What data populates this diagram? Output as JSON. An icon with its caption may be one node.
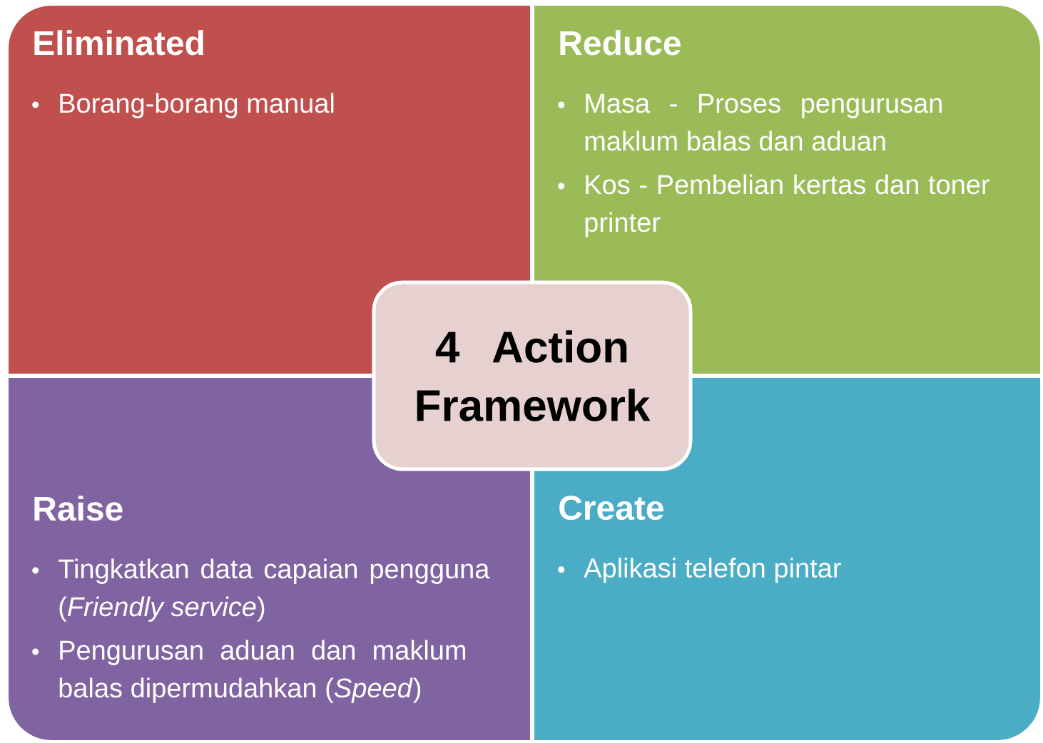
{
  "diagram": {
    "nodes": [
      {
        "text": [
          "Eliminated",
          "Borang-borang manual"
        ]
      },
      {
        "text": [
          "Reduce",
          "Masa - Proses pengurusan maklum balas dan aduan",
          "Kos - Pembelian kertas dan toner printer"
        ]
      },
      {
        "text": [
          "Raise",
          "Tingkatkan data capaian pengguna (*Friendly service*)",
          "Pengurusan aduan dan maklum balas dipermudahkan (*Speed*)"
        ]
      },
      {
        "text": [
          "Create",
          "Aplikasi telefon pintar"
        ]
      },
      {
        "text": [
          "4 Action Framework"
        ]
      }
    ]
  }
}
